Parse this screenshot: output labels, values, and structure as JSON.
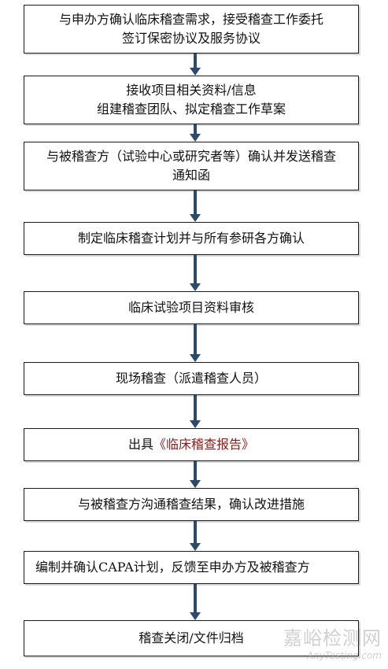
{
  "steps": [
    {
      "lines": [
        "与申办方确认临床稽查需求，接受稽查工作委托",
        "签订保密协议及服务协议"
      ]
    },
    {
      "lines": [
        "接收项目相关资料/信息",
        "组建稽查团队、拟定稽查工作草案"
      ]
    },
    {
      "lines": [
        "与被稽查方（试验中心或研究者等）确认并发送稽查",
        "通知函"
      ]
    },
    {
      "lines": [
        "制定临床稽查计划并与所有参研各方确认"
      ]
    },
    {
      "lines": [
        "临床试验项目资料审核"
      ]
    },
    {
      "lines": [
        "现场稽查（派遣稽查人员）"
      ]
    },
    {
      "prefix": "出具",
      "highlight": "《临床稽查报告》"
    },
    {
      "lines": [
        "与被稽查方沟通稽查结果，确认改进措施"
      ]
    },
    {
      "lines": [
        "编制并确认CAPA计划，反馈至申办方及被稽查方"
      ]
    },
    {
      "lines": [
        "稽查关闭/文件归档"
      ]
    }
  ],
  "colors": {
    "arrow": "#2c4a6b",
    "highlight": "#8b1a1a",
    "border": "#1a1a1a"
  },
  "watermark": {
    "cn": "嘉峪检测网",
    "en": "AnyTesting.com"
  }
}
